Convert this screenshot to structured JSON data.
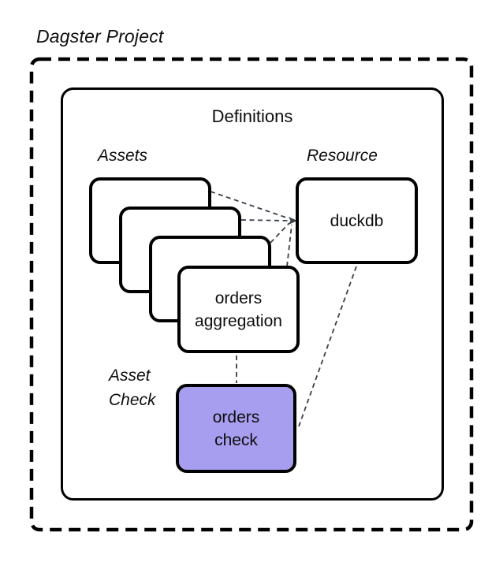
{
  "title": "Dagster Project",
  "definitions": {
    "label": "Definitions"
  },
  "assets": {
    "group_label": "Assets",
    "front_card": {
      "line1": "orders",
      "line2": "aggregation"
    }
  },
  "resource": {
    "group_label": "Resource",
    "node_label": "duckdb"
  },
  "asset_check": {
    "group_label_line1": "Asset",
    "group_label_line2": "Check",
    "node": {
      "line1": "orders",
      "line2": "check"
    }
  },
  "colors": {
    "check_node_fill": "#A89EF0",
    "connector": "#3A4049",
    "border": "#000000",
    "canvas": "#FFFFFF"
  }
}
